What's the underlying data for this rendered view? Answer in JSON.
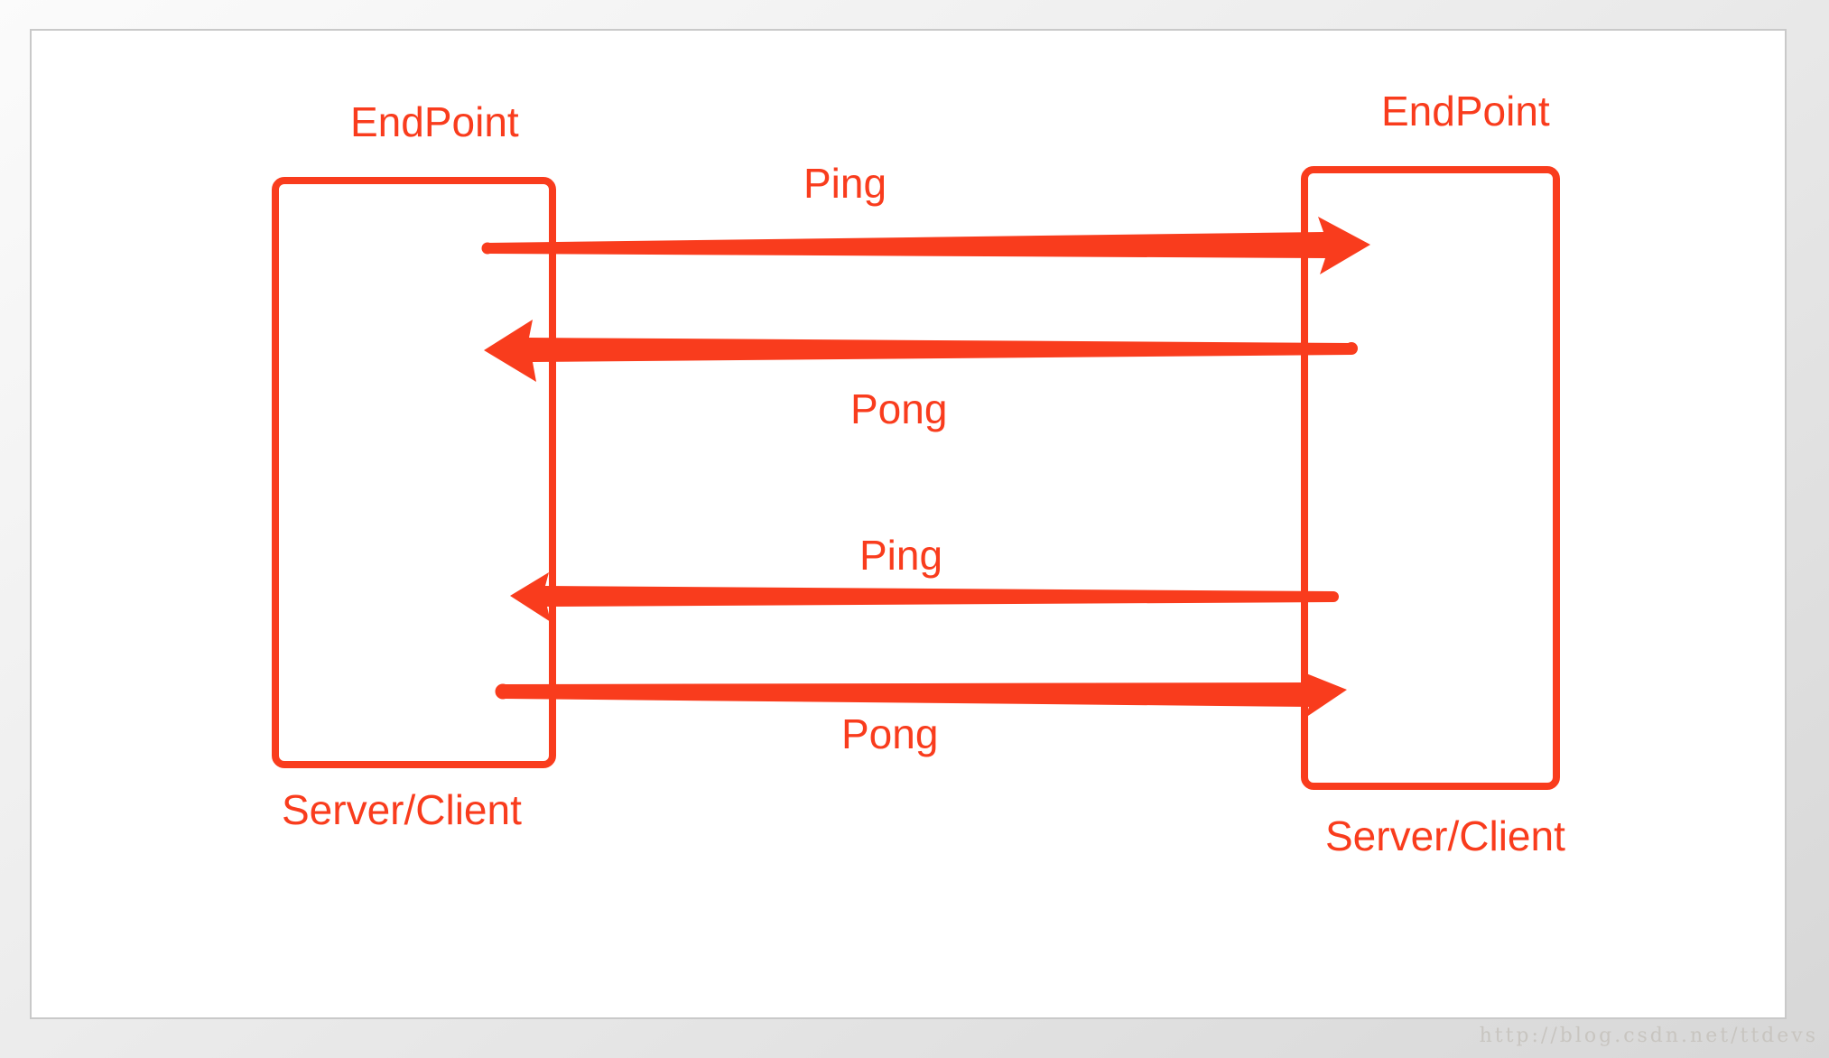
{
  "accent_color": "#f93c1d",
  "canvas": {
    "card_bg": "#ffffff",
    "card_border": "#c9c9c9",
    "outer_bg_top": "#fbfbfb",
    "outer_bg_bottom": "#d7d7d7"
  },
  "diagram": {
    "endpoints": [
      {
        "title": "EndPoint",
        "subtitle": "Server/Client",
        "side": "left"
      },
      {
        "title": "EndPoint",
        "subtitle": "Server/Client",
        "side": "right"
      }
    ],
    "messages": [
      {
        "label": "Ping",
        "direction": "left-to-right"
      },
      {
        "label": "Pong",
        "direction": "right-to-left"
      },
      {
        "label": "Ping",
        "direction": "right-to-left"
      },
      {
        "label": "Pong",
        "direction": "left-to-right"
      }
    ]
  },
  "watermark": {
    "text": "http://blog.csdn.net/ttdevs"
  }
}
